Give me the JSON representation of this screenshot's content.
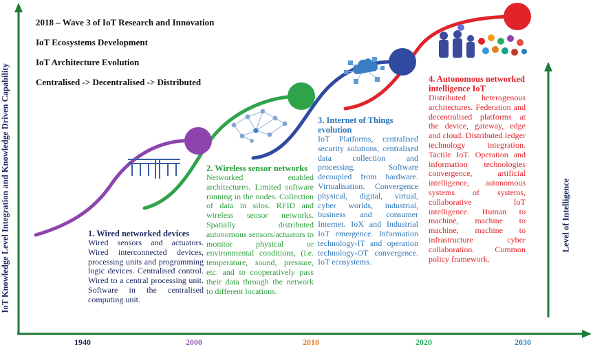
{
  "header_lines": [
    "2018 – Wave 3 of IoT Research and Innovation",
    "IoT Ecosystems Development",
    "IoT Architecture Evolution",
    "Centralised -> Decentralised -> Distributed"
  ],
  "y_axis_left_label": "IoT Knowledge Level Integration and Knowledge Driven Capability",
  "y_axis_right_label": "Level of Intelligence",
  "years": [
    {
      "label": "1940",
      "color": "#1d2a60"
    },
    {
      "label": "2000",
      "color": "#9b59b6"
    },
    {
      "label": "2010",
      "color": "#e67e22"
    },
    {
      "label": "2020",
      "color": "#27ae60"
    },
    {
      "label": "2030",
      "color": "#2e86c1"
    }
  ],
  "stages": [
    {
      "title": "1. Wired networked devices",
      "description": "Wired sensors and actuators. Wired interconnected devices, processing units and programming logic devices. Centralised control. Wired to a central processing unit. Software in the centralised computing unit.",
      "color": "#1d2a60",
      "curve_color": "#8e44ad"
    },
    {
      "title": "2. Wireless sensor networks",
      "description": "Networked enabled architectures. Limited software running in the nodes. Collection of data in silos. RFID and wireless sensor networks. Spatially distributed autonomous sensors/actuators to monitor physical or environmental conditions, (i.e. temperature, sound, pressure, etc. and to cooperatively pass their data through the network to different locations.",
      "color": "#2f9e3f",
      "curve_color": "#2ea34a"
    },
    {
      "title": "3. Internet of Things evolution",
      "description": "IoT Platforms, centralised security solutions, centralised data collection and processing. Software decoupled from hardware. Virtualisation. Convergence physical, digital, virtual, cyber worlds, industrial, business and consumer Internet. IoX and Industrial IoT emergence. Information technology-IT and operation technology-OT convergence. IoT ecosystems.",
      "color": "#2e75b6",
      "curve_color": "#2f4aa0"
    },
    {
      "title": "4. Autonomous networked intelligence IoT",
      "description": "Distributed heterogenous architectures. Federation and decentralised platforms at the device, gateway, edge and cloud. Distributed ledger technology integration. Tactile IoT. Operation and information technologies convergence, artificial intelligence, autonomous systems of systems, collaborative IoT intelligence. Human to machine, machine to machine, machine to infrastructure cyber collaboration. Common policy framework.",
      "color": "#e0242a",
      "curve_color": "#e0242a"
    }
  ],
  "colors": {
    "axis": "#1e7b3a",
    "circle_purple": "#8e44ad",
    "circle_green": "#2ea34a",
    "circle_blue": "#2f4aa0",
    "circle_red": "#e0242a"
  }
}
